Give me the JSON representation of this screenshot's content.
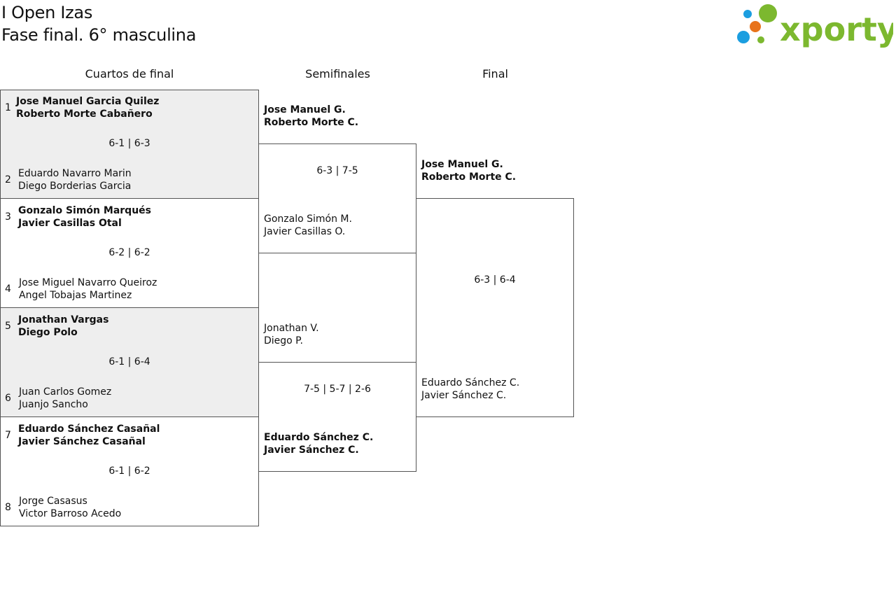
{
  "header": {
    "title": "I Open Izas",
    "subtitle": "Fase final. 6° masculina"
  },
  "logo": {
    "text": "xporty",
    "colors": {
      "green": "#7cb82f",
      "blue": "#1b9ee0",
      "orange": "#e8731b"
    }
  },
  "rounds": {
    "quarters": "Cuartos de final",
    "semis": "Semifinales",
    "final": "Final"
  },
  "quarterfinals": [
    {
      "seed_a": "1",
      "a1": "Jose Manuel Garcia Quilez",
      "a2": "Roberto Morte Cabañero",
      "score": "6-1 | 6-3",
      "seed_b": "2",
      "b1": "Eduardo Navarro Marin",
      "b2": "Diego Borderias Garcia"
    },
    {
      "seed_a": "3",
      "a1": "Gonzalo Simón Marqués",
      "a2": "Javier Casillas Otal",
      "score": "6-2 | 6-2",
      "seed_b": "4",
      "b1": "Jose Miguel Navarro Queiroz",
      "b2": "Angel Tobajas Martinez"
    },
    {
      "seed_a": "5",
      "a1": "Jonathan Vargas",
      "a2": "Diego Polo",
      "score": "6-1 | 6-4",
      "seed_b": "6",
      "b1": "Juan Carlos Gomez",
      "b2": "Juanjo Sancho"
    },
    {
      "seed_a": "7",
      "a1": "Eduardo Sánchez Casañal",
      "a2": "Javier Sánchez Casañal",
      "score": "6-1 | 6-2",
      "seed_b": "8",
      "b1": "Jorge Casasus",
      "b2": "Victor Barroso Acedo"
    }
  ],
  "semifinals": [
    {
      "a1": "Jose Manuel G.",
      "a2": "Roberto Morte C.",
      "score": "6-3 | 7-5",
      "b1": "Gonzalo Simón M.",
      "b2": "Javier Casillas O."
    },
    {
      "a1": "Jonathan V.",
      "a2": "Diego P.",
      "score": "7-5 | 5-7 | 2-6",
      "b1": "Eduardo Sánchez C.",
      "b2": "Javier Sánchez C."
    }
  ],
  "final": {
    "a1": "Jose Manuel G.",
    "a2": "Roberto Morte C.",
    "score": "6-3 | 6-4",
    "b1": "Eduardo Sánchez C.",
    "b2": "Javier Sánchez C."
  }
}
